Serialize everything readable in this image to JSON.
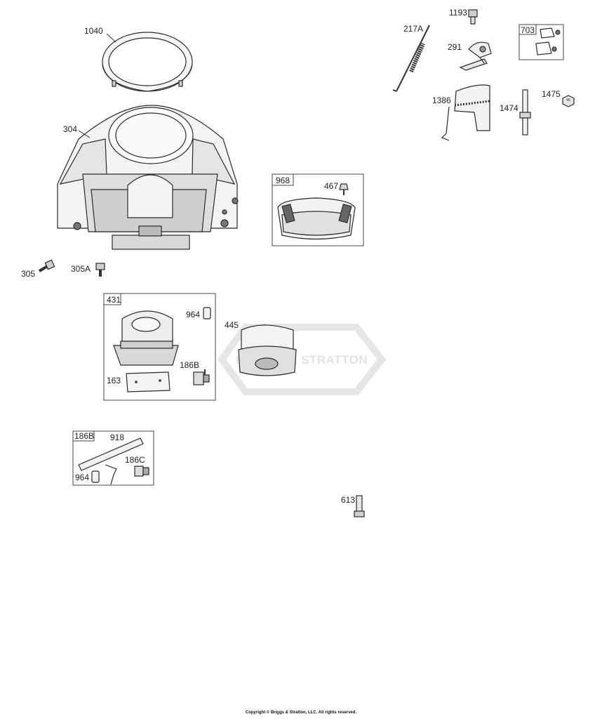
{
  "diagram": {
    "watermark": "BRIGGS & STRATTON",
    "copyright": "Copyright © Briggs & Stratton, LLC. All rights reserved.",
    "labels": {
      "p1040": "1040",
      "p304": "304",
      "p305": "305",
      "p305A": "305A",
      "p217A": "217A",
      "p1193": "1193",
      "p291": "291",
      "p703": "703",
      "p1386": "1386",
      "p1474": "1474",
      "p1475": "1475",
      "p968": "968",
      "p467": "467",
      "p431": "431",
      "p964a": "964",
      "p186Ba": "186B",
      "p163": "163",
      "p445": "445",
      "p186Bb": "186B",
      "p918": "918",
      "p186C": "186C",
      "p964b": "964",
      "p613": "613"
    },
    "colors": {
      "line": "#2a2a2a",
      "fill_light": "#f4f4f4",
      "fill_mid": "#d9d9d9",
      "fill_dark": "#555555"
    }
  }
}
